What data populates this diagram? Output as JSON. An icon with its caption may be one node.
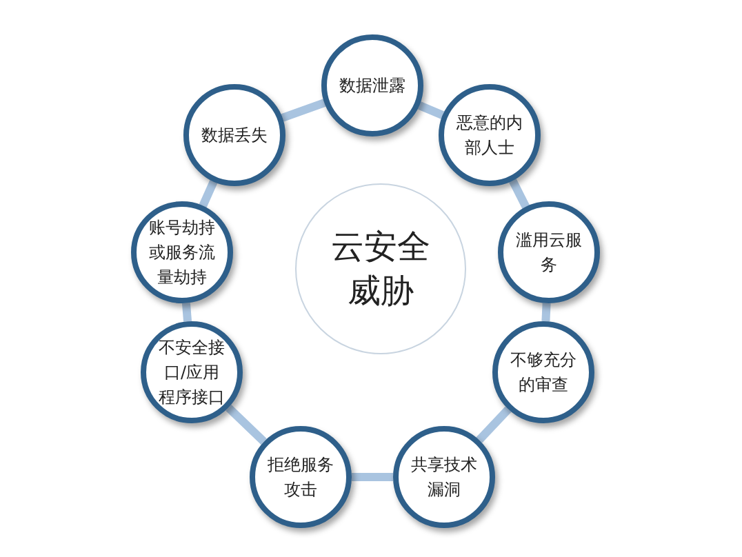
{
  "diagram": {
    "nodes": [
      {
        "text": [
          "云安全威胁"
        ]
      },
      {
        "text": [
          "数据泄露"
        ]
      },
      {
        "text": [
          "恶意的内部人士"
        ]
      },
      {
        "text": [
          "滥用云服务"
        ]
      },
      {
        "text": [
          "不够充分的审查"
        ]
      },
      {
        "text": [
          "共享技术漏洞"
        ]
      },
      {
        "text": [
          "拒绝服务攻击"
        ]
      },
      {
        "text": [
          "不安全接口/应用程序接口"
        ]
      },
      {
        "text": [
          "账号劫持或服务流量劫持"
        ]
      },
      {
        "text": [
          "数据丢失"
        ]
      }
    ],
    "edges": [
      {
        "from": 1,
        "to": 2,
        "arrow": "none"
      },
      {
        "from": 2,
        "to": 3,
        "arrow": "none"
      },
      {
        "from": 3,
        "to": 4,
        "arrow": "none"
      },
      {
        "from": 4,
        "to": 5,
        "arrow": "none"
      },
      {
        "from": 5,
        "to": 6,
        "arrow": "none"
      },
      {
        "from": 6,
        "to": 7,
        "arrow": "none"
      },
      {
        "from": 7,
        "to": 8,
        "arrow": "none"
      },
      {
        "from": 8,
        "to": 9,
        "arrow": "none"
      },
      {
        "from": 9,
        "to": 1,
        "arrow": "none"
      }
    ]
  }
}
